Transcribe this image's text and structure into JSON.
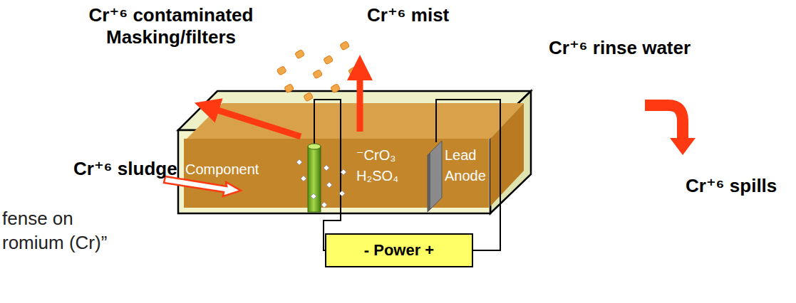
{
  "diagram": {
    "nodes": [
      {
        "text": [
          "- Power +"
        ]
      }
    ],
    "labels": [
      "Cr⁺⁶ contaminated Masking/filters",
      "Cr⁺⁶ mist",
      "Cr⁺⁶ rinse water",
      "Cr⁺⁶ sludge",
      "Component",
      "⁻CrO₃ H₂SO₄",
      "Lead Anode",
      "Cr⁺⁶ spills",
      "fense on",
      "romium (Cr)”"
    ]
  }
}
